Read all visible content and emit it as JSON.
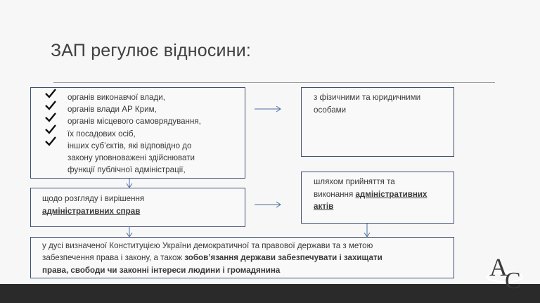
{
  "slide": {
    "title": "ЗАП регулює відносини:",
    "subjects": [
      "органів виконавчої влади,",
      "органів влади АР Крим,",
      "органів місцевого самоврядування,",
      "їх посадових осіб,",
      "інших суб’єктів, які відповідно до",
      "закону уповноважені здійснювати",
      "функції публічної адміністрації,"
    ],
    "with_persons": [
      "з фізичними та юридичними",
      "особами"
    ],
    "cases": {
      "line1": "щодо розгляду і вирішення",
      "underlined": "адміністративних справ"
    },
    "acts": {
      "line1": "шляхом прийняття та",
      "line2_plain": "виконання ",
      "line2_underlined": "адміністративних",
      "line3_underlined": "актів"
    },
    "spirit": {
      "line1": "у дусі визначеної Конституцією України демократичної та правової держави та з метою",
      "line2_plain": "забезпечення права і закону, а також ",
      "line2_bold": "зобов’язання держави забезпечувати і захищати",
      "line3_bold": "права, свободи чи законні інтереси людини і громадянина"
    },
    "logo_letters": [
      "А",
      "С"
    ]
  },
  "colors": {
    "border": "#3c5070",
    "arrow": "#4a6fa0",
    "footer": "#2a2a2a"
  }
}
